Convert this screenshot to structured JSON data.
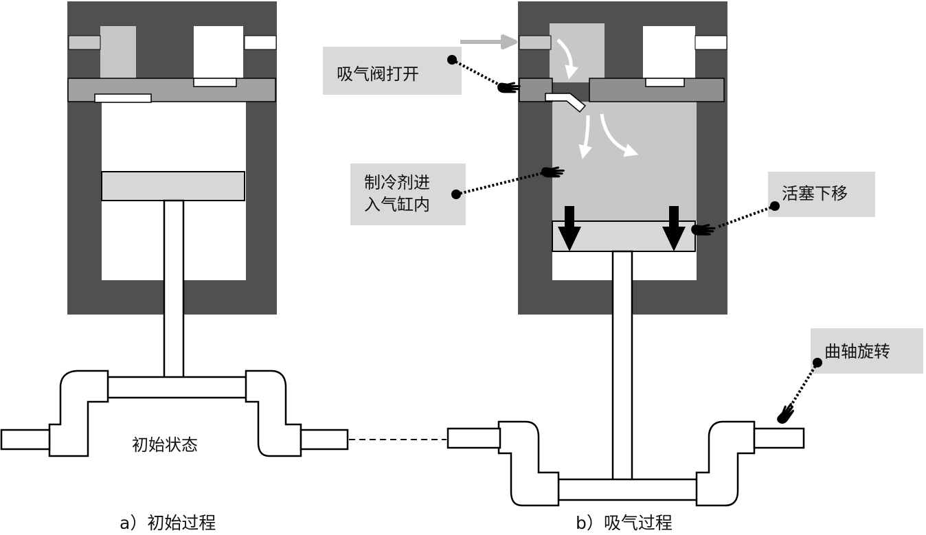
{
  "colors": {
    "housing": "#505050",
    "gas": "#c7c7c7",
    "valve_plate": "#a2a2a2",
    "valve_plate_dark": "#8f8f8f",
    "piston": "#d8d8d8",
    "callout_bg": "#d9d9d9",
    "inflow_arrow": "#b8b8b8",
    "ink": "#000000",
    "background": "#ffffff"
  },
  "icons": [
    "pointing-hand-icon",
    "arrow-down-icon",
    "flow-arrow-icon"
  ],
  "left": {
    "center_label": "初始状态",
    "caption": "a）初始过程"
  },
  "right": {
    "callouts": {
      "valve_open": "吸气阀打开",
      "refrigerant_line1": "制冷剂进",
      "refrigerant_line2": "入气缸内",
      "piston_down": "活塞下移",
      "crank_rotate": "曲轴旋转"
    },
    "caption": "b）吸气过程"
  }
}
